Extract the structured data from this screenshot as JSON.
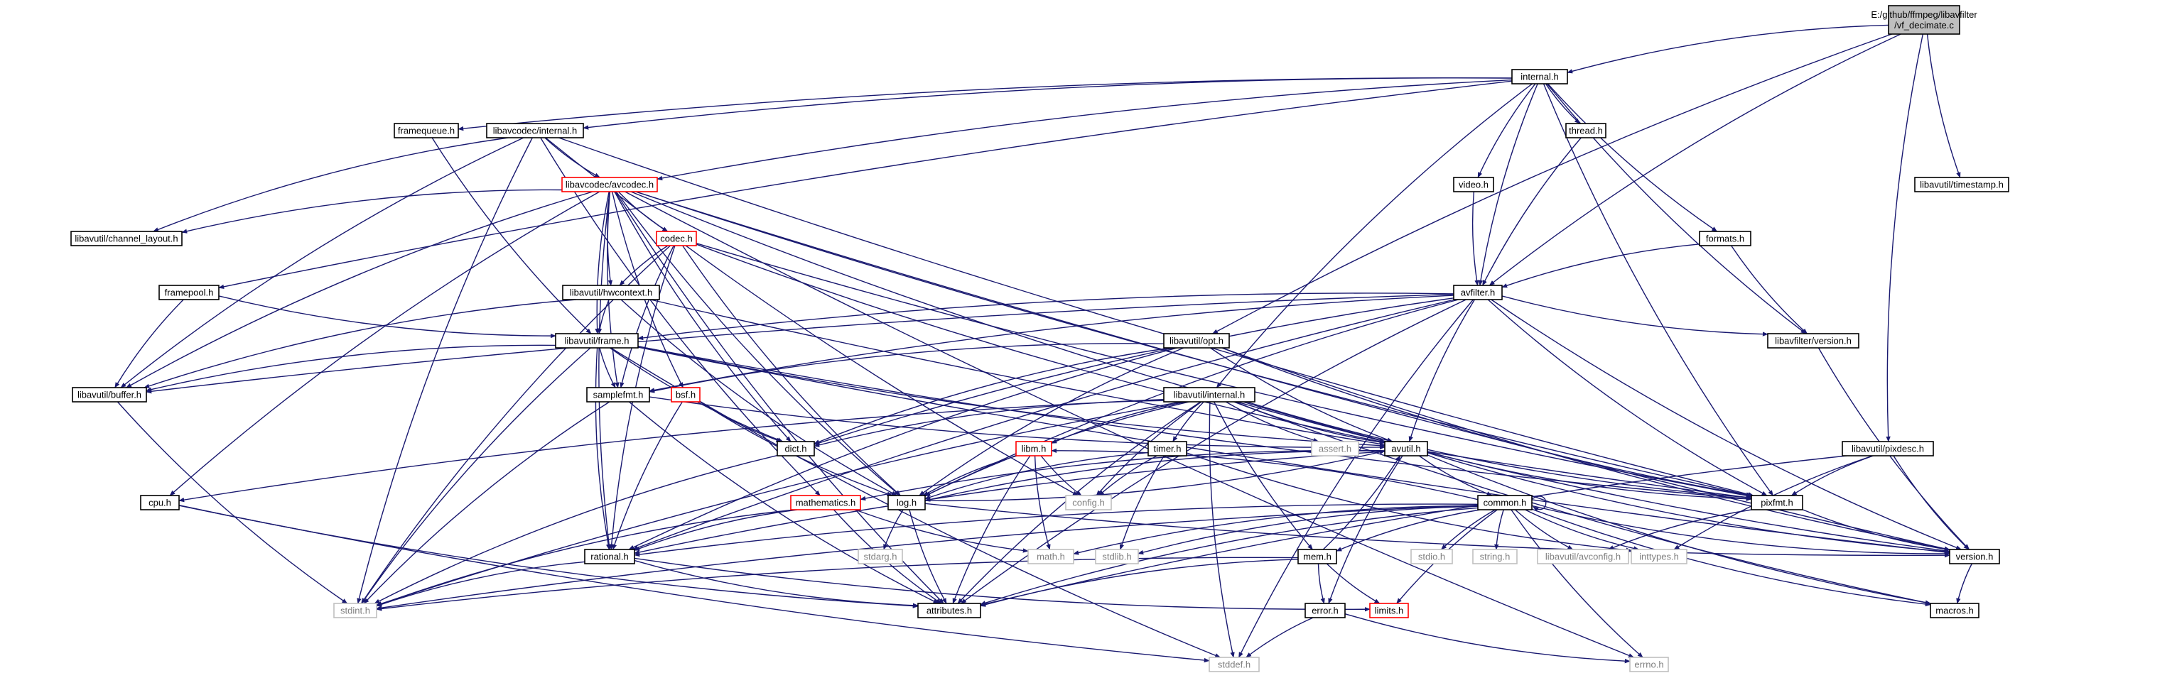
{
  "graph": {
    "colors": {
      "root_fill": "#bfbfbf",
      "node_stroke": "#000000",
      "red_stroke": "#ff0000",
      "missing_stroke": "#bfbfbf",
      "missing_text": "#7f7f7f",
      "edge": "#191970",
      "text": "#000000"
    },
    "nodes": [
      {
        "id": "root",
        "label": [
          "E:/github/ffmpeg/libavfilter",
          "/vf_decimate.c"
        ],
        "style": "root"
      },
      {
        "id": "internal",
        "label": [
          "internal.h"
        ],
        "style": "normal"
      },
      {
        "id": "framequeue",
        "label": [
          "framequeue.h"
        ],
        "style": "normal"
      },
      {
        "id": "lavc_internal",
        "label": [
          "libavcodec/internal.h"
        ],
        "style": "normal"
      },
      {
        "id": "thread",
        "label": [
          "thread.h"
        ],
        "style": "normal"
      },
      {
        "id": "avcodec",
        "label": [
          "libavcodec/avcodec.h"
        ],
        "style": "red"
      },
      {
        "id": "video",
        "label": [
          "video.h"
        ],
        "style": "normal"
      },
      {
        "id": "timestamp",
        "label": [
          "libavutil/timestamp.h"
        ],
        "style": "normal"
      },
      {
        "id": "channel_layout",
        "label": [
          "libavutil/channel_layout.h"
        ],
        "style": "normal"
      },
      {
        "id": "codec",
        "label": [
          "codec.h"
        ],
        "style": "red"
      },
      {
        "id": "formats",
        "label": [
          "formats.h"
        ],
        "style": "normal"
      },
      {
        "id": "framepool",
        "label": [
          "framepool.h"
        ],
        "style": "normal"
      },
      {
        "id": "hwcontext",
        "label": [
          "libavutil/hwcontext.h"
        ],
        "style": "normal"
      },
      {
        "id": "avfilter",
        "label": [
          "avfilter.h"
        ],
        "style": "normal"
      },
      {
        "id": "opt",
        "label": [
          "libavutil/opt.h"
        ],
        "style": "normal"
      },
      {
        "id": "lavfi_version",
        "label": [
          "libavfilter/version.h"
        ],
        "style": "normal"
      },
      {
        "id": "frame",
        "label": [
          "libavutil/frame.h"
        ],
        "style": "normal"
      },
      {
        "id": "buffer",
        "label": [
          "libavutil/buffer.h"
        ],
        "style": "normal"
      },
      {
        "id": "samplefmt",
        "label": [
          "samplefmt.h"
        ],
        "style": "normal"
      },
      {
        "id": "bsf",
        "label": [
          "bsf.h"
        ],
        "style": "red"
      },
      {
        "id": "lavu_internal",
        "label": [
          "libavutil/internal.h"
        ],
        "style": "normal"
      },
      {
        "id": "pixdesc",
        "label": [
          "libavutil/pixdesc.h"
        ],
        "style": "normal"
      },
      {
        "id": "dict",
        "label": [
          "dict.h"
        ],
        "style": "normal"
      },
      {
        "id": "libm",
        "label": [
          "libm.h"
        ],
        "style": "red"
      },
      {
        "id": "timer",
        "label": [
          "timer.h"
        ],
        "style": "normal"
      },
      {
        "id": "assert",
        "label": [
          "assert.h"
        ],
        "style": "missing"
      },
      {
        "id": "avutil",
        "label": [
          "avutil.h"
        ],
        "style": "normal"
      },
      {
        "id": "cpu",
        "label": [
          "cpu.h"
        ],
        "style": "normal"
      },
      {
        "id": "mathematics",
        "label": [
          "mathematics.h"
        ],
        "style": "red"
      },
      {
        "id": "log",
        "label": [
          "log.h"
        ],
        "style": "normal"
      },
      {
        "id": "config",
        "label": [
          "config.h"
        ],
        "style": "missing"
      },
      {
        "id": "common",
        "label": [
          "common.h"
        ],
        "style": "normal"
      },
      {
        "id": "pixfmt",
        "label": [
          "pixfmt.h"
        ],
        "style": "normal"
      },
      {
        "id": "rational",
        "label": [
          "rational.h"
        ],
        "style": "normal"
      },
      {
        "id": "stdarg",
        "label": [
          "stdarg.h"
        ],
        "style": "missing"
      },
      {
        "id": "math",
        "label": [
          "math.h"
        ],
        "style": "missing"
      },
      {
        "id": "stdlib",
        "label": [
          "stdlib.h"
        ],
        "style": "missing"
      },
      {
        "id": "mem",
        "label": [
          "mem.h"
        ],
        "style": "normal"
      },
      {
        "id": "stdio",
        "label": [
          "stdio.h"
        ],
        "style": "missing"
      },
      {
        "id": "string",
        "label": [
          "string.h"
        ],
        "style": "missing"
      },
      {
        "id": "avconfig",
        "label": [
          "libavutil/avconfig.h"
        ],
        "style": "missing"
      },
      {
        "id": "inttypes",
        "label": [
          "inttypes.h"
        ],
        "style": "missing"
      },
      {
        "id": "version",
        "label": [
          "version.h"
        ],
        "style": "normal"
      },
      {
        "id": "stdint",
        "label": [
          "stdint.h"
        ],
        "style": "missing"
      },
      {
        "id": "attributes",
        "label": [
          "attributes.h"
        ],
        "style": "normal"
      },
      {
        "id": "error",
        "label": [
          "error.h"
        ],
        "style": "normal"
      },
      {
        "id": "limits",
        "label": [
          "limits.h"
        ],
        "style": "red"
      },
      {
        "id": "macros",
        "label": [
          "macros.h"
        ],
        "style": "normal"
      },
      {
        "id": "stddef",
        "label": [
          "stddef.h"
        ],
        "style": "missing"
      },
      {
        "id": "errno",
        "label": [
          "errno.h"
        ],
        "style": "missing"
      }
    ],
    "edges": [
      [
        "root",
        "internal"
      ],
      [
        "root",
        "avfilter"
      ],
      [
        "root",
        "opt"
      ],
      [
        "root",
        "timestamp"
      ],
      [
        "root",
        "pixdesc"
      ],
      [
        "internal",
        "framequeue"
      ],
      [
        "internal",
        "lavc_internal"
      ],
      [
        "internal",
        "thread"
      ],
      [
        "internal",
        "avcodec"
      ],
      [
        "internal",
        "video"
      ],
      [
        "internal",
        "formats"
      ],
      [
        "internal",
        "framepool"
      ],
      [
        "internal",
        "avfilter"
      ],
      [
        "internal",
        "lavu_internal"
      ],
      [
        "internal",
        "lavfi_version"
      ],
      [
        "internal",
        "pixfmt"
      ],
      [
        "framequeue",
        "frame"
      ],
      [
        "lavc_internal",
        "avcodec"
      ],
      [
        "lavc_internal",
        "channel_layout"
      ],
      [
        "lavc_internal",
        "buffer"
      ],
      [
        "lavc_internal",
        "mathematics"
      ],
      [
        "lavc_internal",
        "pixfmt"
      ],
      [
        "lavc_internal",
        "config"
      ],
      [
        "lavc_internal",
        "stdint"
      ],
      [
        "thread",
        "avfilter"
      ],
      [
        "video",
        "avfilter"
      ],
      [
        "avcodec",
        "codec"
      ],
      [
        "avcodec",
        "hwcontext"
      ],
      [
        "avcodec",
        "frame"
      ],
      [
        "avcodec",
        "samplefmt"
      ],
      [
        "avcodec",
        "bsf"
      ],
      [
        "avcodec",
        "dict"
      ],
      [
        "avcodec",
        "log"
      ],
      [
        "avcodec",
        "cpu"
      ],
      [
        "avcodec",
        "channel_layout"
      ],
      [
        "avcodec",
        "buffer"
      ],
      [
        "avcodec",
        "pixfmt"
      ],
      [
        "avcodec",
        "rational"
      ],
      [
        "avcodec",
        "attributes"
      ],
      [
        "avcodec",
        "avutil"
      ],
      [
        "avcodec",
        "version"
      ],
      [
        "avcodec",
        "errno"
      ],
      [
        "codec",
        "hwcontext"
      ],
      [
        "codec",
        "samplefmt"
      ],
      [
        "codec",
        "log"
      ],
      [
        "codec",
        "rational"
      ],
      [
        "codec",
        "avutil"
      ],
      [
        "codec",
        "pixfmt"
      ],
      [
        "codec",
        "stdint"
      ],
      [
        "formats",
        "avfilter"
      ],
      [
        "formats",
        "lavfi_version"
      ],
      [
        "framepool",
        "buffer"
      ],
      [
        "framepool",
        "frame"
      ],
      [
        "hwcontext",
        "frame"
      ],
      [
        "hwcontext",
        "buffer"
      ],
      [
        "hwcontext",
        "pixfmt"
      ],
      [
        "hwcontext",
        "log"
      ],
      [
        "avfilter",
        "frame"
      ],
      [
        "avfilter",
        "buffer"
      ],
      [
        "avfilter",
        "samplefmt"
      ],
      [
        "avfilter",
        "dict"
      ],
      [
        "avfilter",
        "log"
      ],
      [
        "avfilter",
        "avutil"
      ],
      [
        "avfilter",
        "pixfmt"
      ],
      [
        "avfilter",
        "rational"
      ],
      [
        "avfilter",
        "attributes"
      ],
      [
        "avfilter",
        "lavfi_version"
      ],
      [
        "avfilter",
        "stddef"
      ],
      [
        "avfilter",
        "version"
      ],
      [
        "opt",
        "samplefmt"
      ],
      [
        "opt",
        "dict"
      ],
      [
        "opt",
        "log"
      ],
      [
        "opt",
        "rational"
      ],
      [
        "opt",
        "avutil"
      ],
      [
        "opt",
        "pixfmt"
      ],
      [
        "opt",
        "version"
      ],
      [
        "lavfi_version",
        "version"
      ],
      [
        "frame",
        "buffer"
      ],
      [
        "frame",
        "samplefmt"
      ],
      [
        "frame",
        "dict"
      ],
      [
        "frame",
        "rational"
      ],
      [
        "frame",
        "avutil"
      ],
      [
        "frame",
        "pixfmt"
      ],
      [
        "frame",
        "stdint"
      ],
      [
        "frame",
        "stddef"
      ],
      [
        "frame",
        "version"
      ],
      [
        "buffer",
        "stdint"
      ],
      [
        "samplefmt",
        "avutil"
      ],
      [
        "samplefmt",
        "attributes"
      ],
      [
        "samplefmt",
        "stdint"
      ],
      [
        "bsf",
        "dict"
      ],
      [
        "bsf",
        "log"
      ],
      [
        "bsf",
        "rational"
      ],
      [
        "lavu_internal",
        "dict"
      ],
      [
        "lavu_internal",
        "libm"
      ],
      [
        "lavu_internal",
        "timer"
      ],
      [
        "lavu_internal",
        "assert"
      ],
      [
        "lavu_internal",
        "avutil"
      ],
      [
        "lavu_internal",
        "cpu"
      ],
      [
        "lavu_internal",
        "log"
      ],
      [
        "lavu_internal",
        "config"
      ],
      [
        "lavu_internal",
        "mem"
      ],
      [
        "lavu_internal",
        "pixfmt"
      ],
      [
        "lavu_internal",
        "version"
      ],
      [
        "lavu_internal",
        "attributes"
      ],
      [
        "lavu_internal",
        "stdint"
      ],
      [
        "lavu_internal",
        "macros"
      ],
      [
        "lavu_internal",
        "stddef"
      ],
      [
        "pixdesc",
        "attributes"
      ],
      [
        "pixdesc",
        "pixfmt"
      ],
      [
        "pixdesc",
        "inttypes"
      ],
      [
        "pixdesc",
        "version"
      ],
      [
        "dict",
        "stdint"
      ],
      [
        "libm",
        "config"
      ],
      [
        "libm",
        "attributes"
      ],
      [
        "libm",
        "math"
      ],
      [
        "libm",
        "log"
      ],
      [
        "timer",
        "config"
      ],
      [
        "timer",
        "log"
      ],
      [
        "timer",
        "stdlib"
      ],
      [
        "timer",
        "inttypes"
      ],
      [
        "avutil",
        "common"
      ],
      [
        "avutil",
        "error"
      ],
      [
        "avutil",
        "version"
      ],
      [
        "avutil",
        "macros"
      ],
      [
        "avutil",
        "mathematics"
      ],
      [
        "avutil",
        "rational"
      ],
      [
        "avutil",
        "log"
      ],
      [
        "avutil",
        "pixfmt"
      ],
      [
        "cpu",
        "attributes"
      ],
      [
        "cpu",
        "stddef"
      ],
      [
        "mathematics",
        "rational"
      ],
      [
        "mathematics",
        "attributes"
      ],
      [
        "mathematics",
        "math"
      ],
      [
        "mathematics",
        "stdint"
      ],
      [
        "log",
        "avutil"
      ],
      [
        "log",
        "attributes"
      ],
      [
        "log",
        "version"
      ],
      [
        "log",
        "stdarg"
      ],
      [
        "common",
        "common"
      ],
      [
        "common",
        "attributes"
      ],
      [
        "common",
        "macros"
      ],
      [
        "common",
        "version"
      ],
      [
        "common",
        "libm"
      ],
      [
        "common",
        "mem"
      ],
      [
        "common",
        "stdint"
      ],
      [
        "common",
        "stdlib"
      ],
      [
        "common",
        "stdio"
      ],
      [
        "common",
        "string"
      ],
      [
        "common",
        "avconfig"
      ],
      [
        "common",
        "inttypes"
      ],
      [
        "common",
        "math"
      ],
      [
        "common",
        "limits"
      ],
      [
        "common",
        "errno"
      ],
      [
        "common",
        "rational"
      ],
      [
        "pixfmt",
        "avconfig"
      ],
      [
        "pixfmt",
        "version"
      ],
      [
        "rational",
        "attributes"
      ],
      [
        "rational",
        "limits"
      ],
      [
        "rational",
        "stdint"
      ],
      [
        "mem",
        "attributes"
      ],
      [
        "mem",
        "error"
      ],
      [
        "mem",
        "avutil"
      ],
      [
        "mem",
        "limits"
      ],
      [
        "mem",
        "stdint"
      ],
      [
        "error",
        "errno"
      ],
      [
        "error",
        "stddef"
      ],
      [
        "version",
        "macros"
      ]
    ]
  }
}
